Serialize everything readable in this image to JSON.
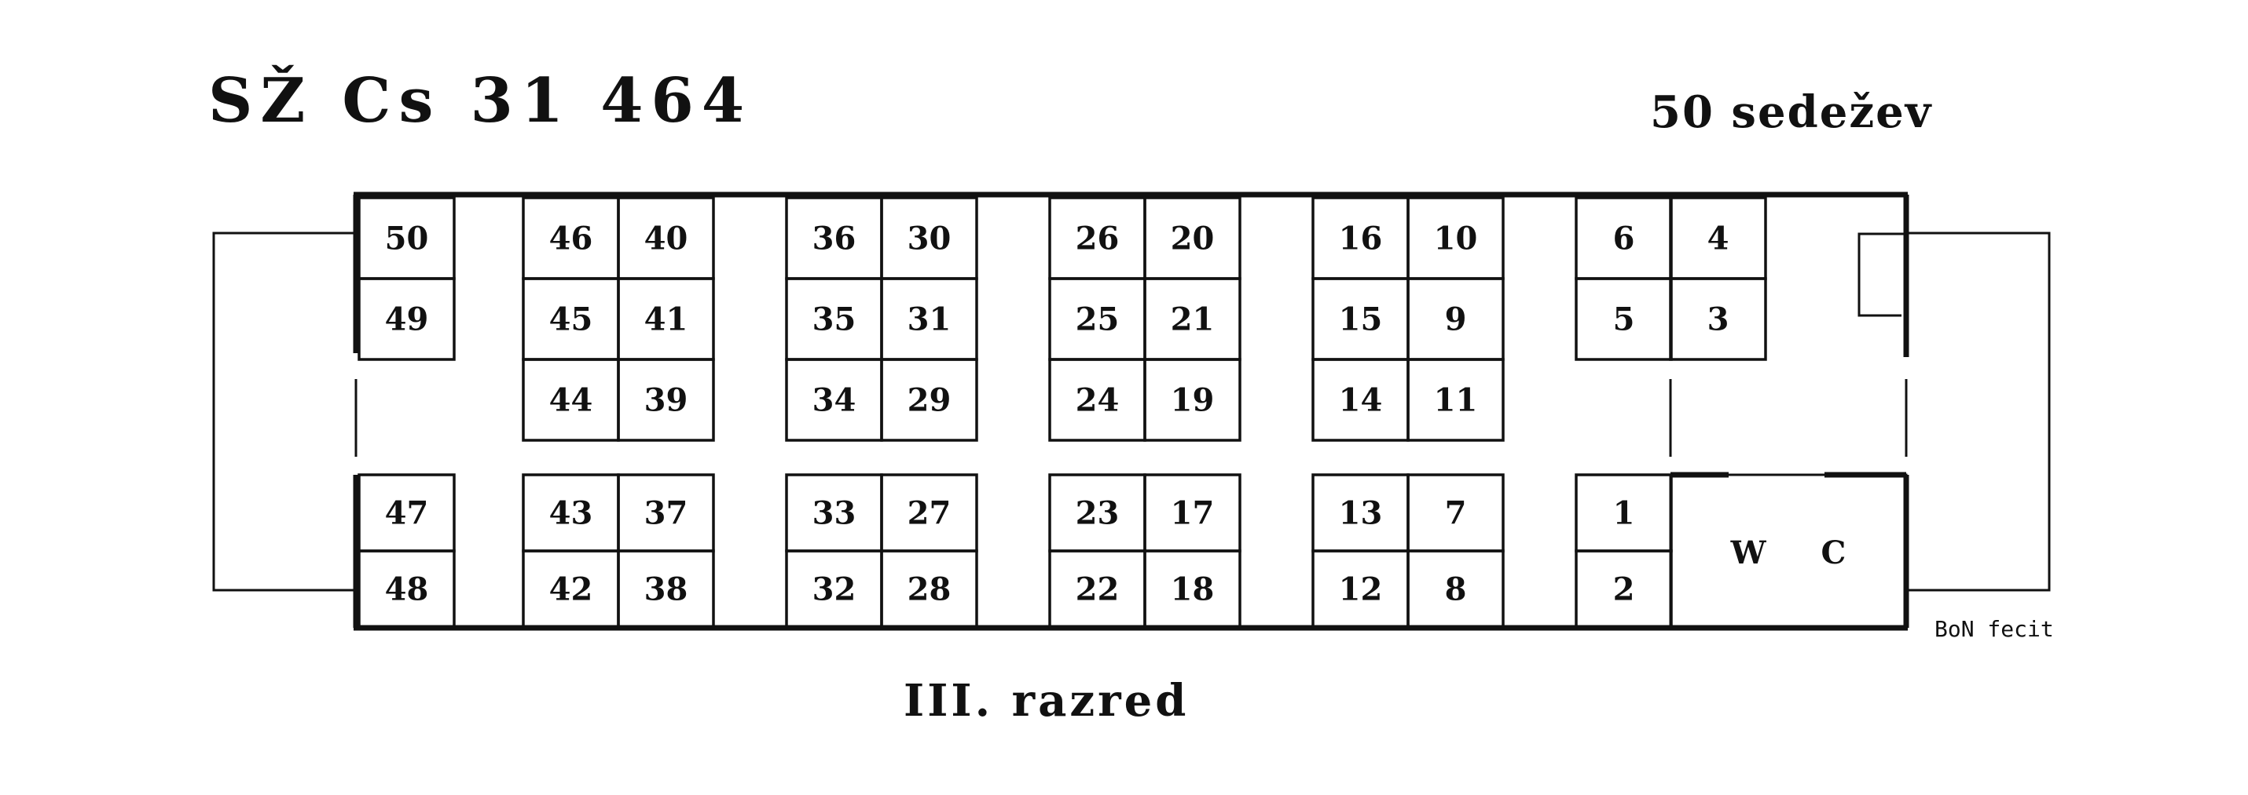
{
  "header": {
    "title": "SŽ Cs 31 464",
    "seat_count": "50 sedežev"
  },
  "footer": {
    "class_label": "III. razred",
    "credit": "BoN fecit"
  },
  "wc_label": "W C",
  "seats": {
    "upper": [
      {
        "col": 0,
        "numbers": [
          "50",
          "49"
        ]
      },
      {
        "col": 1,
        "numbers": [
          "46",
          "45",
          "44"
        ]
      },
      {
        "col": 2,
        "numbers": [
          "40",
          "41",
          "39"
        ]
      },
      {
        "col": 3,
        "numbers": [
          "36",
          "35",
          "34"
        ]
      },
      {
        "col": 4,
        "numbers": [
          "30",
          "31",
          "29"
        ]
      },
      {
        "col": 5,
        "numbers": [
          "26",
          "25",
          "24"
        ]
      },
      {
        "col": 6,
        "numbers": [
          "20",
          "21",
          "19"
        ]
      },
      {
        "col": 7,
        "numbers": [
          "16",
          "15",
          "14"
        ]
      },
      {
        "col": 8,
        "numbers": [
          "10",
          "9",
          "11"
        ]
      },
      {
        "col": 9,
        "numbers": [
          "6",
          "5"
        ]
      },
      {
        "col": 10,
        "numbers": [
          "4",
          "3"
        ]
      }
    ],
    "lower": [
      {
        "col": 0,
        "numbers": [
          "47",
          "48"
        ]
      },
      {
        "col": 1,
        "numbers": [
          "43",
          "42"
        ]
      },
      {
        "col": 2,
        "numbers": [
          "37",
          "38"
        ]
      },
      {
        "col": 3,
        "numbers": [
          "33",
          "32"
        ]
      },
      {
        "col": 4,
        "numbers": [
          "27",
          "28"
        ]
      },
      {
        "col": 5,
        "numbers": [
          "23",
          "22"
        ]
      },
      {
        "col": 6,
        "numbers": [
          "17",
          "18"
        ]
      },
      {
        "col": 7,
        "numbers": [
          "13",
          "12"
        ]
      },
      {
        "col": 8,
        "numbers": [
          "7",
          "8"
        ]
      },
      {
        "col": 9,
        "numbers": [
          "1",
          "2"
        ]
      }
    ]
  }
}
